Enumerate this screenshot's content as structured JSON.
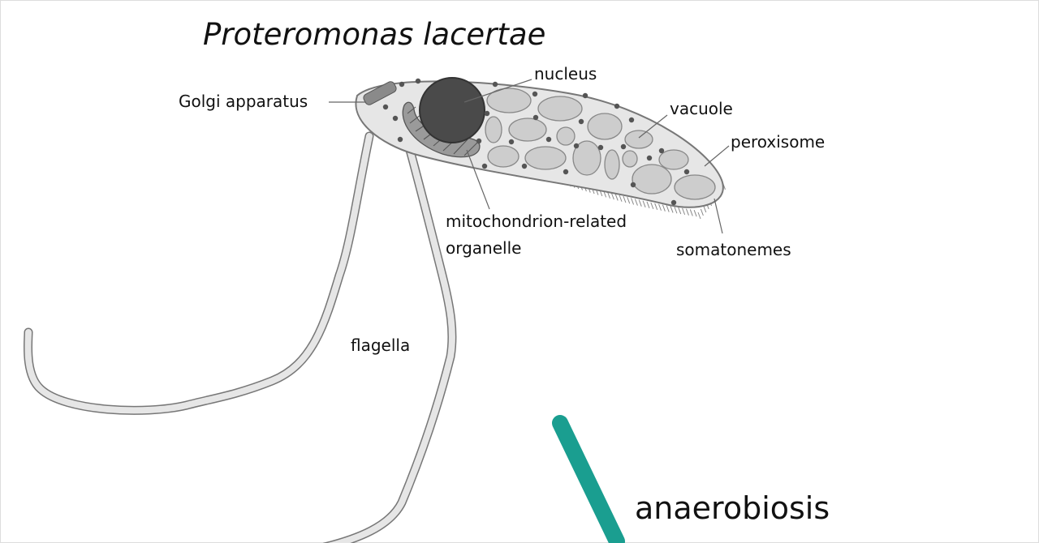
{
  "diagram": {
    "title": "Proteromonas lacertae",
    "labels": {
      "golgi": "Golgi apparatus",
      "nucleus": "nucleus",
      "vacuole": "vacuole",
      "peroxisome": "peroxisome",
      "mito_line1": "mitochondrion-related",
      "mito_line2": "organelle",
      "somatonemes": "somatonemes",
      "flagella": "flagella"
    },
    "caption": "anaerobiosis"
  },
  "colors": {
    "accent_bar": "#1a9e90",
    "cell_fill": "#e6e6e6",
    "organelle_fill": "#cdcdcd",
    "nucleus_fill": "#4a4a4a",
    "outline": "#777777"
  }
}
